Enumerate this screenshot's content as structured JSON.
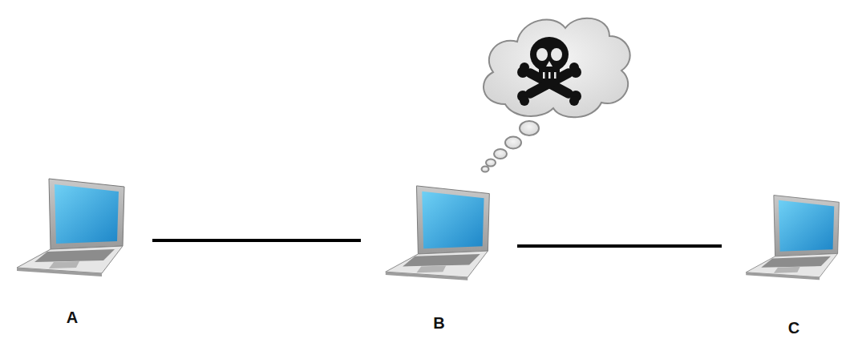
{
  "diagram": {
    "nodes": [
      {
        "text": [
          "A"
        ]
      },
      {
        "text": [
          "B"
        ]
      },
      {
        "text": [
          "C"
        ]
      }
    ],
    "edges": [
      {
        "from": 0,
        "to": 1,
        "arrow": "none"
      },
      {
        "from": 1,
        "to": 2,
        "arrow": "none"
      }
    ]
  }
}
